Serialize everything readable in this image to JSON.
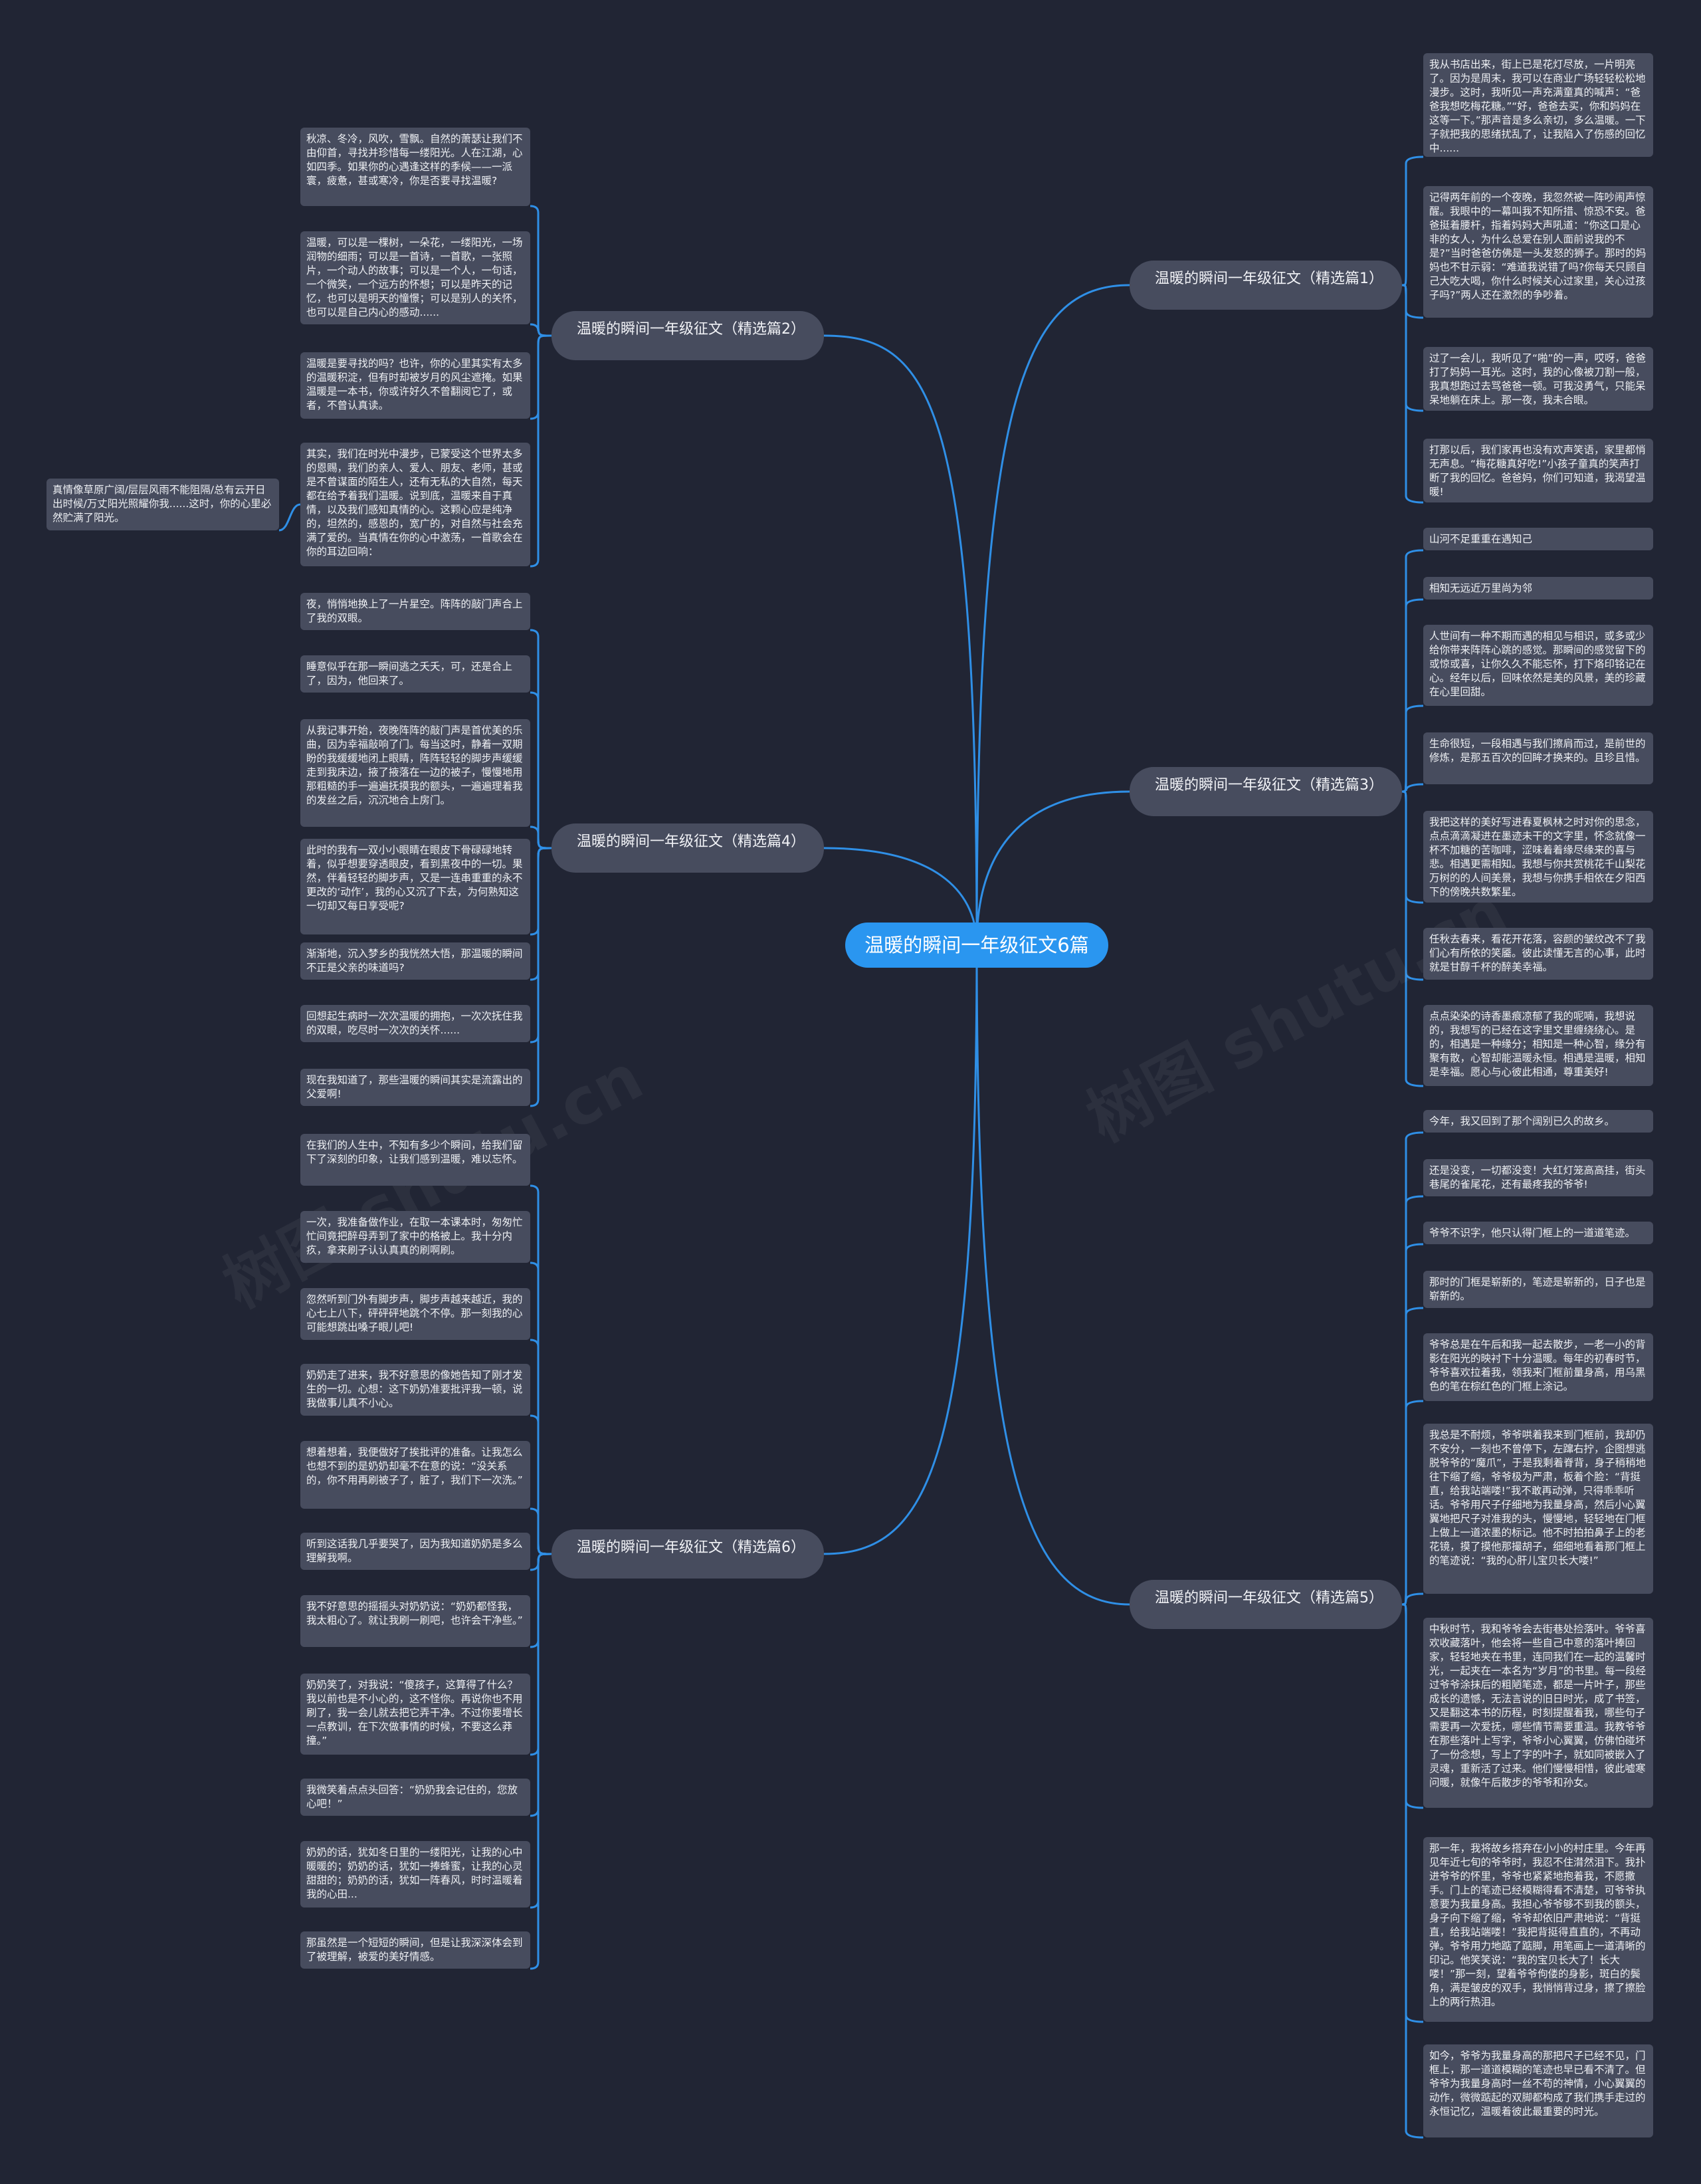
{
  "root": "温暖的瞬间一年级征文6篇",
  "branches": [
    {
      "title": "温暖的瞬间一年级征文（精选篇1）",
      "leaves": [
        "我从书店出来，街上已是花灯尽放，一片明亮了。因为是周末，我可以在商业广场轻轻松松地漫步。这时，我听见一声充满童真的喊声：“爸爸我想吃梅花糖。”“好，爸爸去买，你和妈妈在这等一下。”那声音是多么亲切，多么温暖。一下子就把我的思绪扰乱了，让我陷入了伤感的回忆中......",
        "记得两年前的一个夜晚，我忽然被一阵吵闹声惊醒。我眼中的一幕叫我不知所措、惊恐不安。爸爸挺着腰杆，指着妈妈大声吼道：“你这口是心非的女人，为什么总爱在别人面前说我的不是?”当时爸爸仿佛是一头发怒的狮子。那时的妈妈也不甘示弱：“难道我说错了吗?你每天只顾自己大吃大喝，你什么时候关心过家里，关心过孩子吗?”两人还在激烈的争吵着。",
        "过了一会儿，我听见了“啪”的一声，哎呀，爸爸打了妈妈一耳光。这时，我的心像被刀割一般，我真想跑过去骂爸爸一顿。可我没勇气，只能呆呆地躺在床上。那一夜，我未合眼。",
        "打那以后，我们家再也没有欢声笑语，家里都悄无声息。“梅花糖真好吃!”小孩子童真的笑声打断了我的回忆。爸爸妈，你们可知道，我渴望温暖!"
      ]
    },
    {
      "title": "温暖的瞬间一年级征文（精选篇2）",
      "leaves": [
        "秋凉、冬冷，风吹，雪飘。自然的萧瑟让我们不由仰首，寻找并珍惜每一缕阳光。人在江湖，心如四季。如果你的心遇逢这样的季候——一派寰，疲惫，甚或寒冷，你是否要寻找温暖?",
        "温暖，可以是一棵树，一朵花，一缕阳光，一场润物的细雨；可以是一首诗，一首歌，一张照片，一个动人的故事；可以是一个人，一句话，一个微笑，一个远方的怀想；可以是昨天的记忆，也可以是明天的憧憬；可以是别人的关怀，也可以是自己内心的感动......",
        "温暖是要寻找的吗？也许，你的心里其实有太多的温暖积淀，但有时却被岁月的风尘遮掩。如果温暖是一本书，你或许好久不曾翻阅它了，或者，不曾认真读。",
        "其实，我们在时光中漫步，已蒙受这个世界太多的恩赐，我们的亲人、爱人、朋友、老师，甚或是不曾谋面的陌生人，还有无私的大自然，每天都在给予着我们温暖。说到底，温暖来自于真情，以及我们感知真情的心。这颗心应是纯净的，坦然的，感恩的，宽广的，对自然与社会充满了爱的。当真情在你的心中激荡，一首歌会在你的耳边回响："
      ],
      "extra": "真情像草原广阔/层层风雨不能阻隔/总有云开日出时候/万丈阳光照耀你我......这时，你的心里必然贮满了阳光。"
    },
    {
      "title": "温暖的瞬间一年级征文（精选篇3）",
      "leaves": [
        "山河不足重重在遇知己",
        "相知无远近万里尚为邻",
        "人世间有一种不期而遇的相见与相识，或多或少给你带来阵阵心跳的感觉。那瞬间的感觉留下的或惊或喜，让你久久不能忘怀，打下烙印铭记在心。经年以后，回味依然是美的风景，美的珍藏在心里回甜。",
        "生命很短，一段相遇与我们擦肩而过，是前世的修炼，是那五百次的回眸才换来的。且珍且惜。",
        "我把这样的美好写进春夏枫林之时对你的思念，点点滴滴凝进在墨迹未干的文字里，怀念就像一杯不加糖的苦咖啡，涩味着着缘尽缘来的喜与悲。相遇更需相知。我想与你共赏桃花千山梨花万树的的人间美景，我想与你携手相依在夕阳西下的傍晚共数繁星。",
        "任秋去春来，看花开花落，容颜的皱纹改不了我们心有所依的笑靥。彼此读懂无言的心事，此时就是甘醇千杯的醉美幸福。",
        "点点染染的诗香墨痕凉郁了我的呢喃，我想说的，我想写的已经在这字里文里缠绕绕心。是的，相遇是一种缘分；相知是一种心智，缘分有聚有散，心智却能温暖永恒。相遇是温暖，相知是幸福。愿心与心彼此相通，尊重美好!"
      ]
    },
    {
      "title": "温暖的瞬间一年级征文（精选篇4）",
      "leaves": [
        "夜，悄悄地换上了一片星空。阵阵的敲门声合上了我的双眼。",
        "睡意似乎在那一瞬间逃之夭夭，可，还是合上了，因为，他回来了。",
        "从我记事开始，夜晚阵阵的敲门声是首优美的乐曲，因为幸福敲响了门。每当这时，静着一双期盼的我缓缓地闭上眼睛，阵阵轻轻的脚步声缓缓走到我床边，掖了掖落在一边的被子，慢慢地用那粗糙的手一遍遍抚摸我的额头，一遍遍理着我的发丝之后，沉沉地合上房门。",
        "此时的我有一双小小眼睛在眼皮下骨碌碌地转着，似乎想要穿透眼皮，看到黑夜中的一切。果然，伴着轻轻的脚步声，又是一连串重重的永不更改的‘动作’，我的心又沉了下去，为何熟知这一切却又每日享受呢?",
        "渐渐地，沉入梦乡的我恍然大悟，那温暖的瞬间不正是父亲的味道吗?",
        "回想起生病时一次次温暖的拥抱，一次次抚住我的双眼，吃尽时一次次的关怀......",
        "现在我知道了，那些温暖的瞬间其实是流露出的父爱啊!"
      ]
    },
    {
      "title": "温暖的瞬间一年级征文（精选篇5）",
      "leaves": [
        "今年，我又回到了那个阔别已久的故乡。",
        "还是没变，一切都没变！大红灯笼高高挂，街头巷尾的雀尾花，还有最疼我的爷爷!",
        "爷爷不识字，他只认得门框上的一道道笔迹。",
        "那时的门框是崭新的，笔迹是崭新的，日子也是崭新的。",
        "爷爷总是在午后和我一起去散步，一老一小的背影在阳光的映衬下十分温暖。每年的初春时节，爷爷喜欢拉着我，领我来门框前量身高，用乌黑色的笔在棕红色的门框上涂记。",
        "我总是不耐烦，爷爷哄着我来到门框前，我却仍不安分，一刻也不曾停下，左蹿右拧，企图想逃脱爷爷的“魔爪”，于是我剩着脊背，身子稍稍地往下缩了缩，爷爷极为严肃，板着个脸：“背挺直，给我站端喽!”我不敢再动弹，只得乖乖听话。爷爷用尺子仔细地为我量身高，然后小心翼翼地把尺子对准我的头，慢慢地，轻轻地在门框上做上一道浓墨的标记。他不时拍拍鼻子上的老花镜，摸了摸他那撮胡子，细细地看着那门框上的笔迹说：“我的心肝儿宝贝长大喽!”",
        "中秋时节，我和爷爷会去街巷处捡落叶。爷爷喜欢收藏落叶，他会将一些自己中意的落叶捧回家，轻轻地夹在书里，连同我们在一起的温馨时光，一起夹在一本名为“岁月”的书里。每一段经过爷爷涂抹后的粗陋笔迹，都是一片叶子，那些成长的遗憾，无法言说的旧日时光，成了书签，又是翻这本书的历程，时刻提醒着我，哪些句子需要再一次爱抚，哪些情节需要重温。我教爷爷在那些落叶上写字，爷爷小心翼翼，仿佛怕碰坏了一份念想，写上了字的叶子，就如同被嵌入了灵魂，重新活了过来。他们慢慢相惜，彼此嘘寒问暖，就像午后散步的爷爷和孙女。",
        "那一年，我将故乡搭弃在小小的村庄里。今年再见年近七旬的爷爷时，我忍不住潸然泪下。我扑进爷爷的怀里，爷爷也紧紧地抱着我，不愿撒手。门上的笔迹已经模糊得看不清楚，可爷爷执意要为我量身高。我担心爷爷够不到我的额头，身子向下缩了缩，爷爷却依旧严肃地说：“背挺直，给我站端喽！”我把背挺得直直的，不再动弹。爷爷用力地踮了踮脚，用笔画上一道清晰的印记。他笑笑说：“我的宝贝长大了！长大喽！”那一刻，望着爷爷佝偻的身影，斑白的鬓角，满是皱皮的双手，我悄悄背过身，擦了擦脸上的两行热泪。",
        "如今，爷爷为我量身高的那把尺子已经不见，门框上，那一道道模糊的笔迹也早已看不清了。但爷爷为我量身高时一丝不苟的神情，小心翼翼的动作，微微踮起的双脚都构成了我们携手走过的永恒记忆，温暖着彼此最重要的时光。"
      ]
    },
    {
      "title": "温暖的瞬间一年级征文（精选篇6）",
      "leaves": [
        "在我们的人生中，不知有多少个瞬间，给我们留下了深刻的印象，让我们感到温暖，难以忘怀。",
        "一次，我准备做作业，在取一本课本时，匆匆忙忙间竟把醉母弄到了家中的格被上。我十分内疚，拿来刷子认认真真的刷啊刷。",
        "忽然听到门外有脚步声，脚步声越来越近，我的心七上八下，砰砰砰地跳个不停。那一刻我的心可能想跳出嗓子眼儿吧!",
        "奶奶走了进来，我不好意思的像她告知了刚才发生的一切。心想：这下奶奶准要批评我一顿，说我做事儿真不小心。",
        "想着想着，我便做好了挨批评的准备。让我怎么也想不到的是奶奶却毫不在意的说：“没关系的，你不用再刷被子了，脏了，我们下一次洗。”",
        "听到这话我几乎要哭了，因为我知道奶奶是多么理解我啊。",
        "我不好意思的摇摇头对奶奶说：“奶奶都怪我，我太粗心了。就让我刷一刷吧，也许会干净些。”",
        "奶奶笑了，对我说：“傻孩子，这算得了什么？我以前也是不小心的，这不怪你。再说你也不用刷了，我一会儿就去把它弄干净。不过你要增长一点教训，在下次做事情的时候，不要这么莽撞。”",
        "我微笑着点点头回答：“奶奶我会记住的，您放心吧！”",
        "奶奶的话，犹如冬日里的一缕阳光，让我的心中暖暖的；奶奶的话，犹如一捧蜂蜜，让我的心灵甜甜的；奶奶的话，犹如一阵春风，时时温暖着我的心田...",
        "那虽然是一个短短的瞬间，但是让我深深体会到了被理解，被爱的美好情感。"
      ]
    }
  ]
}
